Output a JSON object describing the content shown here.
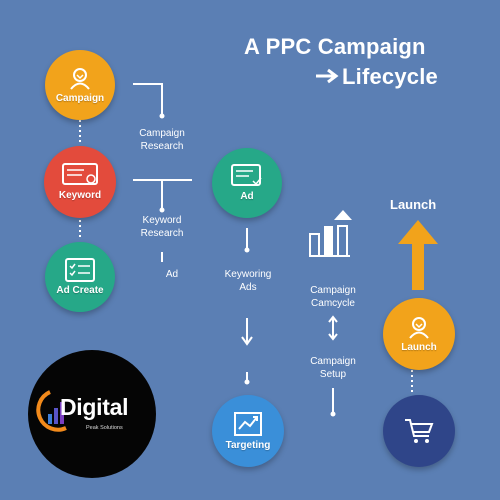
{
  "title": {
    "line1": "A PPC Campaign",
    "line2": "Lifecycle"
  },
  "nodes": {
    "campaign": {
      "label": "Campaign",
      "color": "#f2a31b",
      "icon": "user-icon"
    },
    "keyword": {
      "label": "Keyword",
      "color": "#e34b3c",
      "icon": "browser-settings-icon"
    },
    "ad_create": {
      "label": "Ad Create",
      "color": "#26a888",
      "icon": "checklist-icon"
    },
    "ad": {
      "label": "Ad",
      "color": "#26a888",
      "icon": "ad-window-icon"
    },
    "targeting": {
      "label": "Targeting",
      "color": "#3a8fd9",
      "icon": "chart-up-icon"
    },
    "launch_node": {
      "label": "Launch",
      "color": "#f2a31b",
      "icon": "user-icon"
    },
    "cart": {
      "label": "",
      "color": "#2f4589",
      "icon": "cart-icon"
    }
  },
  "texts": {
    "campaign_research": "Campaign\nResearch",
    "keyword_research": "Keyword\nResearch",
    "ad": "Ad",
    "keyworing_ads": "Keyworing\nAds",
    "campaign_camcycle": "Campaign\nCamcycle",
    "campaign_setup": "Campaign\nSetup",
    "launch": "Launch"
  },
  "logo": {
    "word": "Digital",
    "sub": "Peak Solutions"
  }
}
